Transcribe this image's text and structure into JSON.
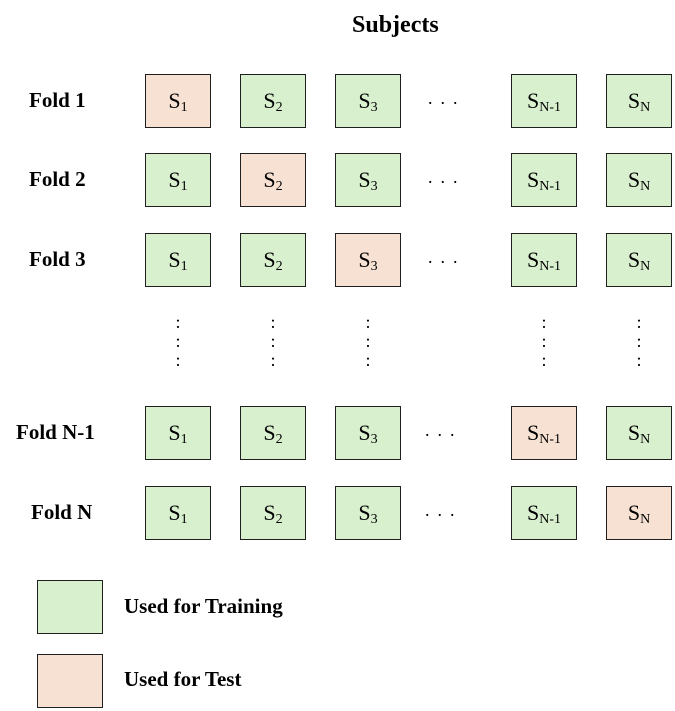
{
  "title": "Subjects",
  "folds": [
    {
      "label": "Fold 1",
      "cells": [
        {
          "base": "S",
          "sub": "1",
          "role": "test"
        },
        {
          "base": "S",
          "sub": "2",
          "role": "train"
        },
        {
          "base": "S",
          "sub": "3",
          "role": "train"
        },
        {
          "base": "S",
          "sub": "N-1",
          "role": "train"
        },
        {
          "base": "S",
          "sub": "N",
          "role": "train"
        }
      ]
    },
    {
      "label": "Fold 2",
      "cells": [
        {
          "base": "S",
          "sub": "1",
          "role": "train"
        },
        {
          "base": "S",
          "sub": "2",
          "role": "test"
        },
        {
          "base": "S",
          "sub": "3",
          "role": "train"
        },
        {
          "base": "S",
          "sub": "N-1",
          "role": "train"
        },
        {
          "base": "S",
          "sub": "N",
          "role": "train"
        }
      ]
    },
    {
      "label": "Fold 3",
      "cells": [
        {
          "base": "S",
          "sub": "1",
          "role": "train"
        },
        {
          "base": "S",
          "sub": "2",
          "role": "train"
        },
        {
          "base": "S",
          "sub": "3",
          "role": "test"
        },
        {
          "base": "S",
          "sub": "N-1",
          "role": "train"
        },
        {
          "base": "S",
          "sub": "N",
          "role": "train"
        }
      ]
    },
    {
      "label": "Fold N-1",
      "cells": [
        {
          "base": "S",
          "sub": "1",
          "role": "train"
        },
        {
          "base": "S",
          "sub": "2",
          "role": "train"
        },
        {
          "base": "S",
          "sub": "3",
          "role": "train"
        },
        {
          "base": "S",
          "sub": "N-1",
          "role": "test"
        },
        {
          "base": "S",
          "sub": "N",
          "role": "train"
        }
      ]
    },
    {
      "label": "Fold N",
      "cells": [
        {
          "base": "S",
          "sub": "1",
          "role": "train"
        },
        {
          "base": "S",
          "sub": "2",
          "role": "train"
        },
        {
          "base": "S",
          "sub": "3",
          "role": "train"
        },
        {
          "base": "S",
          "sub": "N-1",
          "role": "train"
        },
        {
          "base": "S",
          "sub": "N",
          "role": "test"
        }
      ]
    }
  ],
  "ellipsis": {
    "horizontal": "...",
    "vertical": ":"
  },
  "legend": [
    {
      "label": "Used for Training",
      "role": "train"
    },
    {
      "label": "Used for Test",
      "role": "test"
    }
  ],
  "colors": {
    "train": "#d9f0cf",
    "test": "#f6e1d3",
    "border": "#1f1f1f"
  }
}
